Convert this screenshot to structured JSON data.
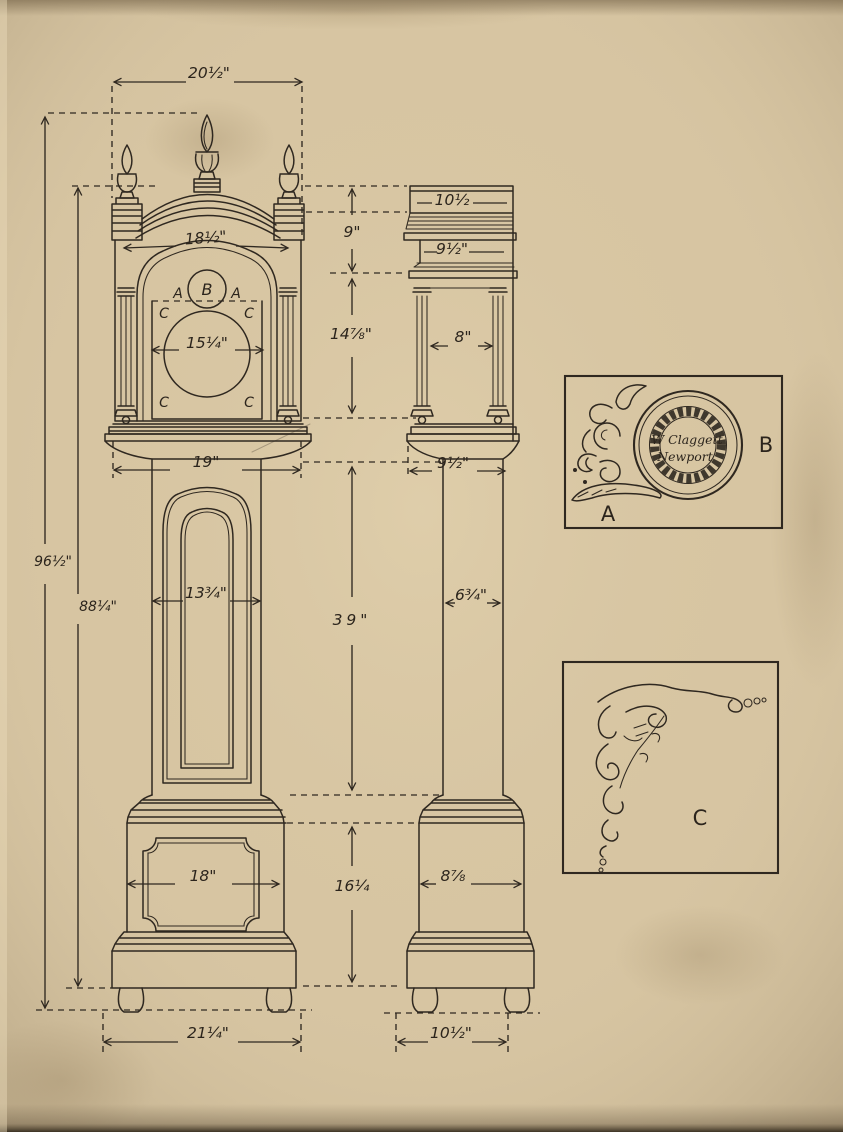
{
  "page": {
    "paper_color": "#d7c5a2",
    "ink_color": "#2f2820"
  },
  "front_view": {
    "dim_finial_span": "20½\"",
    "dim_hood_arch": "18½\"",
    "dim_dial_width": "15¼\"",
    "dim_hood_base_width": "19\"",
    "dim_waist_width": "13¾\"",
    "dim_base_panel_width": "18\"",
    "dim_base_width": "21¼\"",
    "spandrel_left": "A",
    "boss_center": "B",
    "spandrel_right": "A",
    "corner_top_left": "C",
    "corner_top_right": "C",
    "corner_bottom_left": "C",
    "corner_bottom_right": "C"
  },
  "height_dims": {
    "overall": "96½\"",
    "case": "88¼\"",
    "cornice": "9\"",
    "hood": "14⅞\"",
    "waist": "39\"",
    "base": "16¼"
  },
  "side_view": {
    "dim_cornice_depth": "10½",
    "dim_frieze_depth": "9½\"",
    "dim_hood_panel": "8\"",
    "dim_waist_top_depth": "9½\"",
    "dim_waist_depth": "6¾\"",
    "dim_base_depth": "8⅞",
    "dim_base_overall_depth": "10½\""
  },
  "detail_panel_ab": {
    "label_a": "A",
    "label_b": "B",
    "nameplate_line1": "W Claggett",
    "nameplate_line2": "Newport"
  },
  "detail_panel_c": {
    "label": "C"
  }
}
